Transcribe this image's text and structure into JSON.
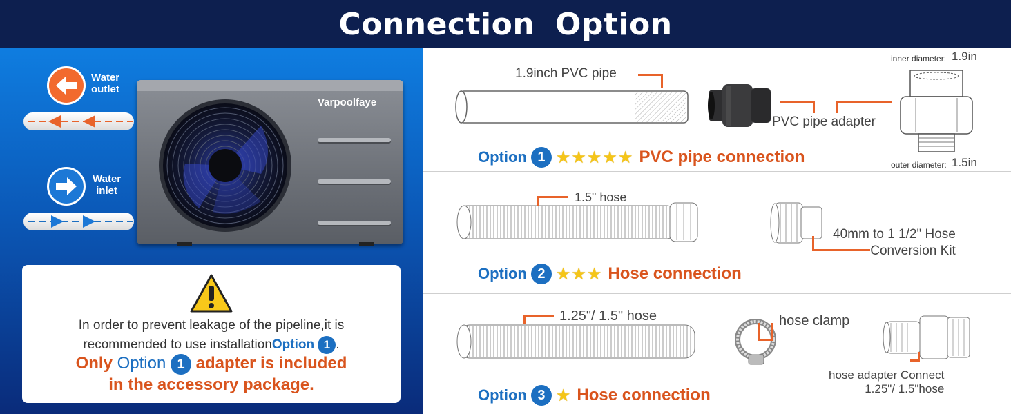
{
  "header": {
    "title": "Connection  Option"
  },
  "colors": {
    "header_bg": "#0d1f4f",
    "accent_orange": "#d9541d",
    "accent_blue": "#1c6fc1",
    "star": "#f5c518"
  },
  "unit": {
    "brand": "Varpoolfaye",
    "water_outlet": "Water\noutlet",
    "water_inlet": "Water\ninlet"
  },
  "notice": {
    "line1": "In order to prevent leakage of the pipeline,it is",
    "line2": "recommended to use installation",
    "line2_end": ".",
    "highlight_start": "Only",
    "highlight_mid": "adapter is included",
    "highlight_line2": "in the accessory package.",
    "option_word": "Option",
    "option_num": "1"
  },
  "options": [
    {
      "word": "Option",
      "num": "1",
      "stars": "★★★★★",
      "title": "PVC pipe connection",
      "labels": {
        "pipe": "1.9inch PVC pipe",
        "adapter": "PVC pipe adapter",
        "inner_label": "inner diameter:",
        "inner_value": "1.9in",
        "outer_label": "outer diameter:",
        "outer_value": "1.5in"
      }
    },
    {
      "word": "Option",
      "num": "2",
      "stars": "★★★",
      "title": "Hose connection",
      "labels": {
        "hose": "1.5\" hose",
        "kit_line1": "40mm to 1 1/2\" Hose",
        "kit_line2": "Conversion Kit"
      }
    },
    {
      "word": "Option",
      "num": "3",
      "stars": "★",
      "title": "Hose connection",
      "labels": {
        "hose": "1.25\"/ 1.5\" hose",
        "clamp": "hose clamp",
        "adapter_line1": "hose adapter Connect",
        "adapter_line2": "1.25\"/ 1.5\"hose"
      }
    }
  ]
}
